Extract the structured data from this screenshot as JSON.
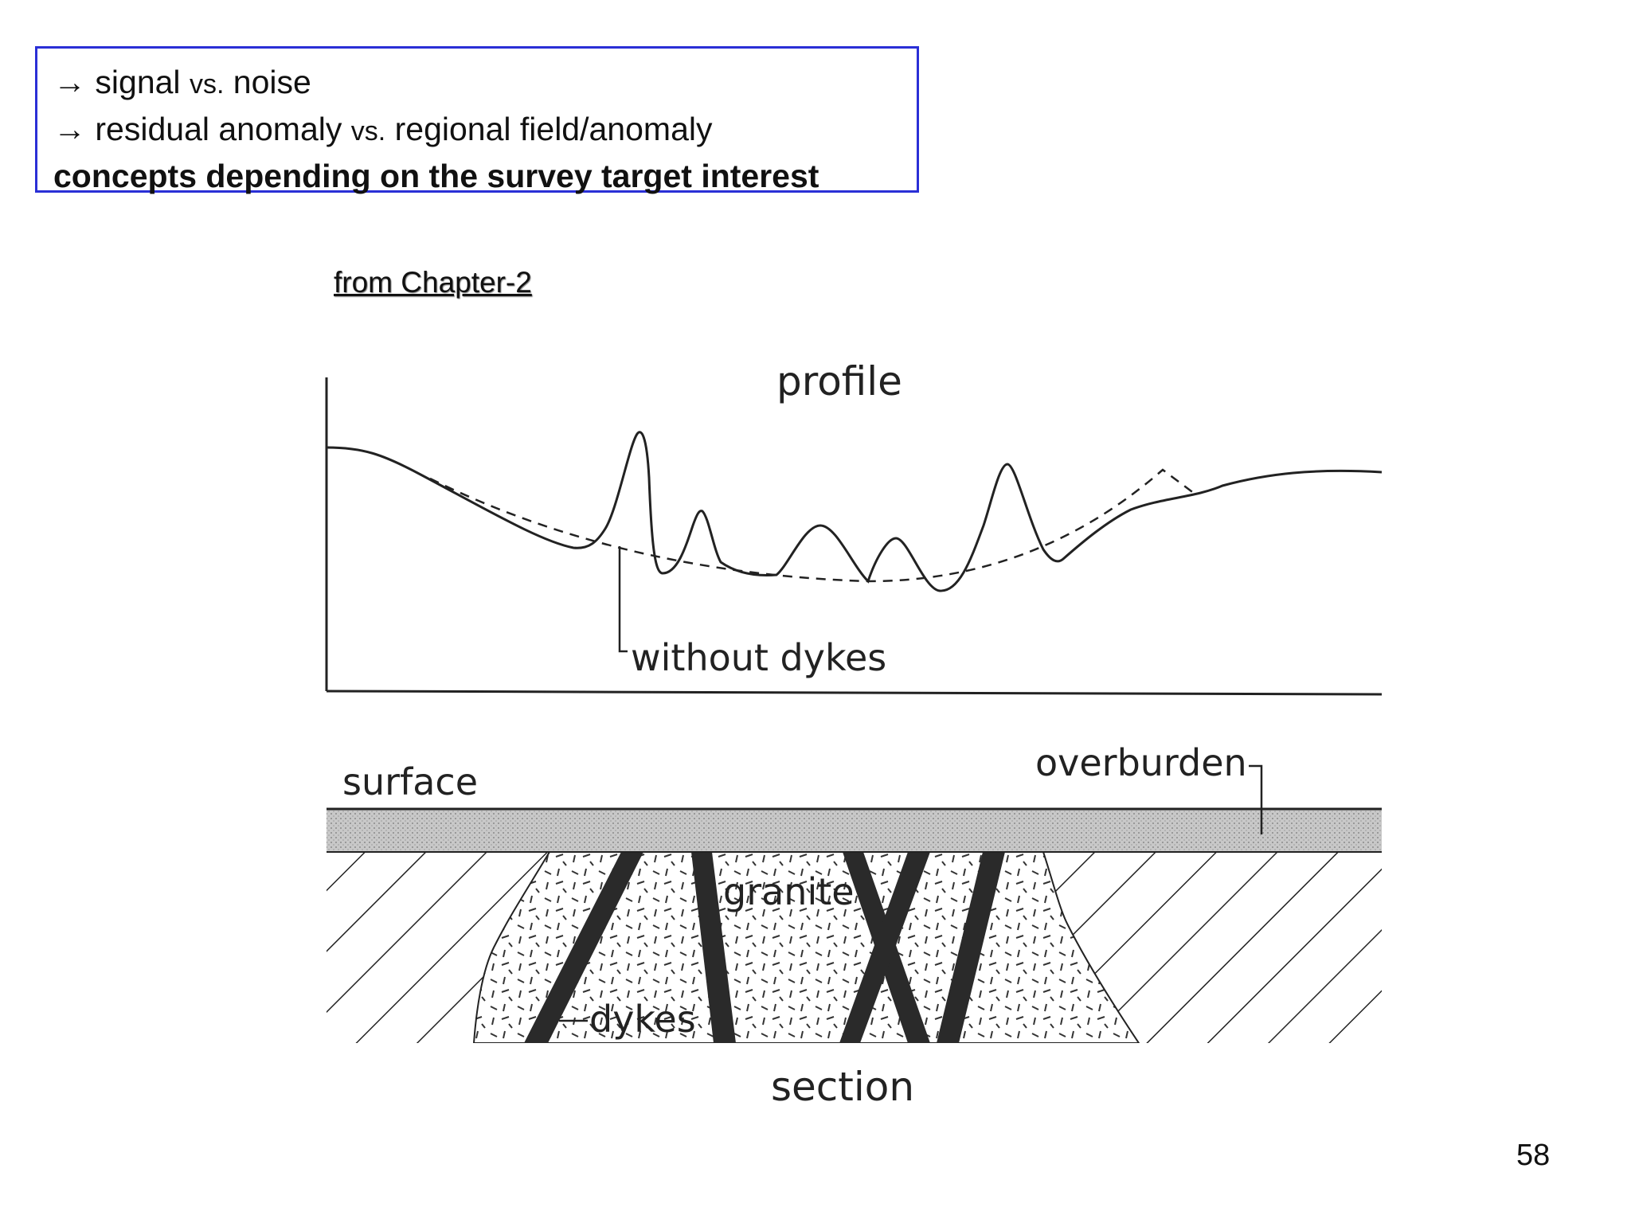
{
  "note": {
    "line1": {
      "arrow": "→",
      "a": "signal",
      "vs": "vs.",
      "b": "noise"
    },
    "line2": {
      "arrow": "→",
      "a": "residual anomaly",
      "vs": "vs.",
      "b": "regional field/anomaly"
    },
    "line3": "concepts depending on the survey target interest"
  },
  "reference": "from Chapter-2",
  "diagram": {
    "profile_label": "profile",
    "without_dykes_label": "without dykes",
    "surface_label": "surface",
    "overburden_label": "overburden",
    "granite_label": "granite",
    "dykes_label": "dykes",
    "section_label": "section"
  },
  "page_number": "58"
}
